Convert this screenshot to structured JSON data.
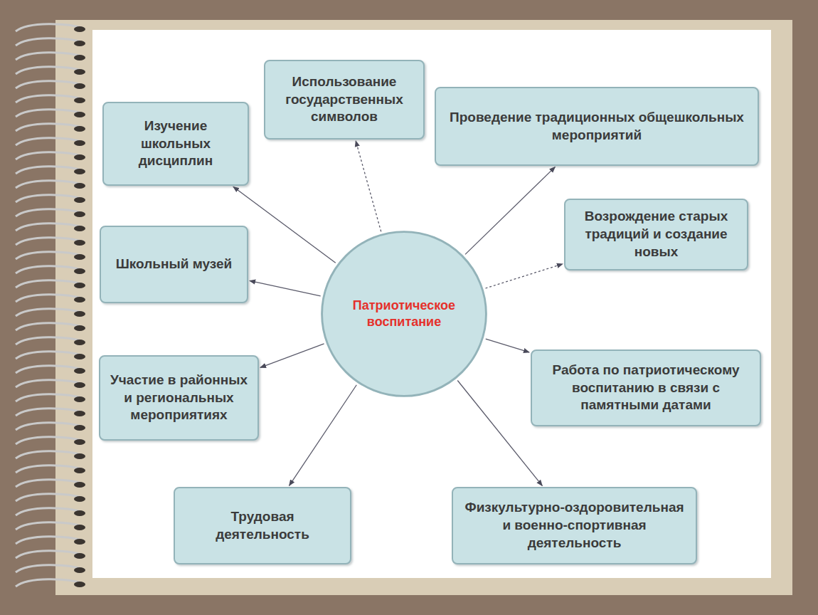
{
  "diagram": {
    "nodes": [
      {
        "text": [
          "Изучение школьных дисциплин"
        ]
      },
      {
        "text": [
          "Использование государственных символов"
        ]
      },
      {
        "text": [
          "Проведение традиционных общешкольных мероприятий"
        ]
      },
      {
        "text": [
          "Возрождение старых традиций и создание новых"
        ]
      },
      {
        "text": [
          "Школьный музей"
        ]
      },
      {
        "text": [
          "Патриотическое воспитание"
        ]
      },
      {
        "text": [
          "Участие в районных и региональных мероприятиях"
        ]
      },
      {
        "text": [
          "Работа по патриотическому воспитанию в связи с памятными датами"
        ]
      },
      {
        "text": [
          "Трудовая деятельность"
        ]
      },
      {
        "text": [
          "Физкультурно-оздоровительная и военно-спортивная деятельность"
        ]
      }
    ],
    "edges": [
      {
        "from": 5,
        "to": 0,
        "arrow": "to"
      },
      {
        "from": 5,
        "to": 1,
        "arrow": "to"
      },
      {
        "from": 5,
        "to": 2,
        "arrow": "to"
      },
      {
        "from": 5,
        "to": 3,
        "arrow": "to"
      },
      {
        "from": 5,
        "to": 4,
        "arrow": "to"
      },
      {
        "from": 5,
        "to": 6,
        "arrow": "to"
      },
      {
        "from": 5,
        "to": 7,
        "arrow": "to"
      },
      {
        "from": 5,
        "to": 8,
        "arrow": "to"
      },
      {
        "from": 5,
        "to": 9,
        "arrow": "to"
      }
    ]
  }
}
